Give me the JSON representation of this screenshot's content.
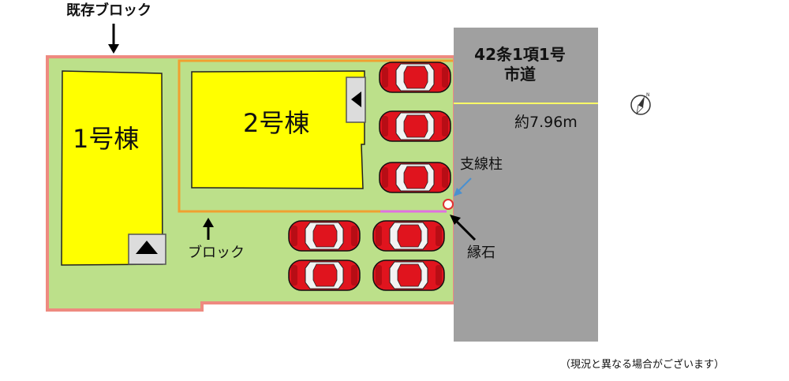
{
  "labels": {
    "existing_block": "既存ブロック",
    "road_line1": "42条1項1号",
    "road_line2": "市道",
    "road_width": "約7.96m",
    "building1": "1号棟",
    "building2": "2号棟",
    "block": "ブロック",
    "utility_pole": "支線柱",
    "curb": "縁石",
    "disclaimer": "（現況と異なる場合がございます）"
  },
  "parking_spaces": 7,
  "icons": [
    "compass-icon",
    "entrance-arrow-left-icon",
    "entrance-arrow-up-icon",
    "car-icon"
  ],
  "colors": {
    "lot": "#bce08a",
    "lot_border": "#ee8a80",
    "building": "#ffff00",
    "road": "#a0a0a0",
    "centerline": "#ffff66",
    "block_line": "#f0a030",
    "curb_line": "#e070e0",
    "car_body": "#e0141e",
    "arrow_blue": "#4a90d0"
  }
}
